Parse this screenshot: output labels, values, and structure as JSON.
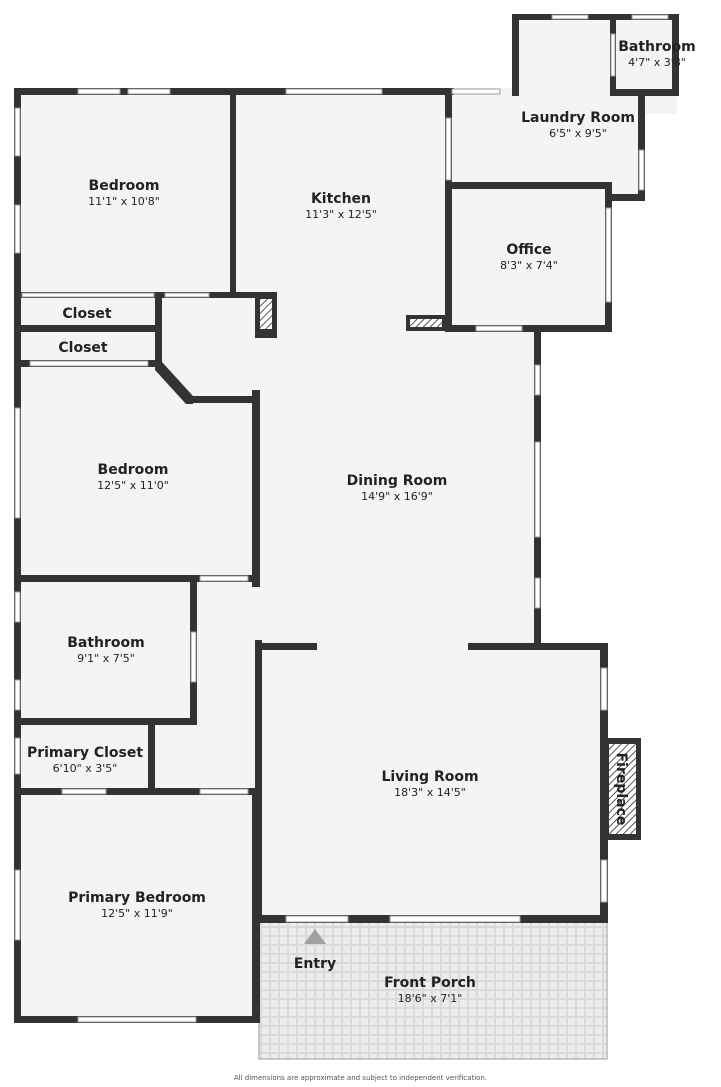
{
  "rooms": {
    "bathroom_upper": {
      "name": "Bathroom",
      "dim": "4'7\" x 3'8\""
    },
    "laundry": {
      "name": "Laundry Room",
      "dim": "6'5\" x 9'5\""
    },
    "bedroom_1": {
      "name": "Bedroom",
      "dim": "11'1\" x 10'8\""
    },
    "kitchen": {
      "name": "Kitchen",
      "dim": "11'3\" x 12'5\""
    },
    "office": {
      "name": "Office",
      "dim": "8'3\" x 7'4\""
    },
    "closet_1": {
      "name": "Closet"
    },
    "closet_2": {
      "name": "Closet"
    },
    "bedroom_2": {
      "name": "Bedroom",
      "dim": "12'5\" x 11'0\""
    },
    "dining": {
      "name": "Dining Room",
      "dim": "14'9\" x 16'9\""
    },
    "bathroom_main": {
      "name": "Bathroom",
      "dim": "9'1\" x 7'5\""
    },
    "living": {
      "name": "Living Room",
      "dim": "18'3\" x 14'5\""
    },
    "fireplace": {
      "name": "Fireplace"
    },
    "primary_closet": {
      "name": "Primary Closet",
      "dim": "6'10\" x 3'5\""
    },
    "primary_bedroom": {
      "name": "Primary Bedroom",
      "dim": "12'5\" x 11'9\""
    },
    "entry": {
      "name": "Entry"
    },
    "front_porch": {
      "name": "Front Porch",
      "dim": "18'6\" x 7'1\""
    }
  },
  "disclaimer": "All dimensions are approximate and subject to independent verification.",
  "colors": {
    "wall": "#333333",
    "floor": "#f4f4f4",
    "porch": "#ececec",
    "entry_arrow": "#a0a0a0"
  },
  "icons": {
    "entry_marker": "entry-arrow-icon",
    "fireplace_hatch": "hatch-pattern"
  }
}
